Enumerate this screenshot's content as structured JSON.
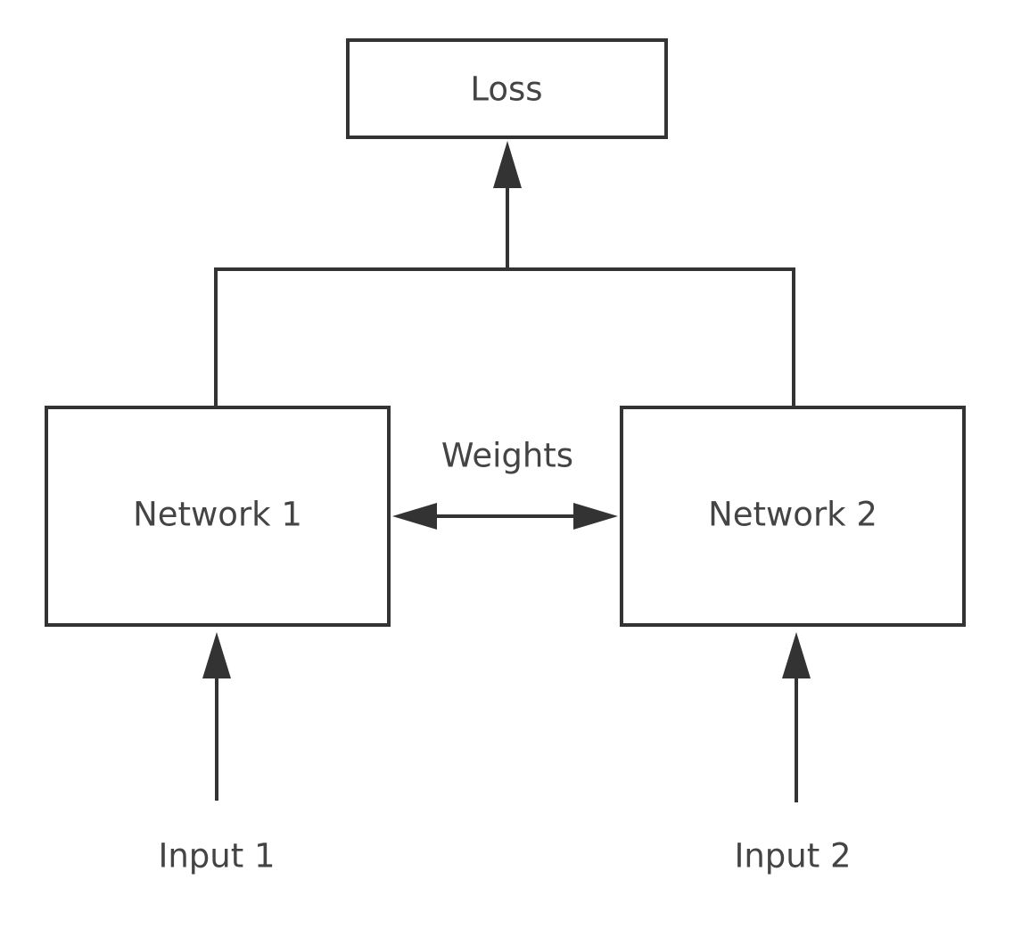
{
  "nodes": {
    "loss": {
      "label": "Loss"
    },
    "network_1": {
      "label": "Network 1"
    },
    "network_2": {
      "label": "Network 2"
    }
  },
  "inputs": {
    "input_1": {
      "label": "Input 1"
    },
    "input_2": {
      "label": "Input 2"
    }
  },
  "edges": {
    "shared_weights": {
      "label": "Weights"
    }
  }
}
